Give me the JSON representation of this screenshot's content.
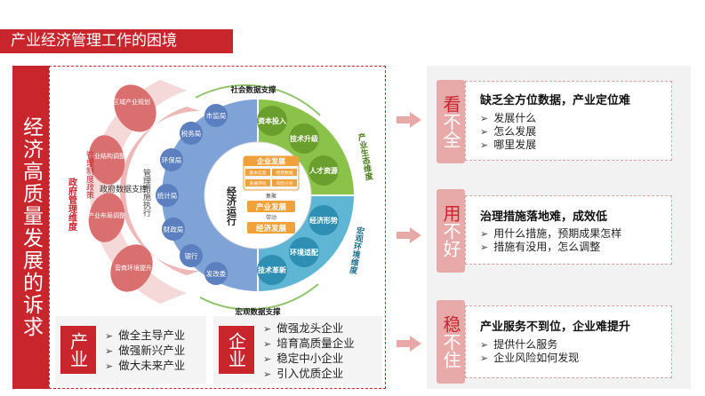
{
  "title": "产业经济管理工作的困境",
  "left_panel": "经济高质量发展的诉求",
  "diagram": {
    "top_label": "社会数据支撑",
    "bottom_label": "宏观数据支撑",
    "gov_support": "政府数据支撑",
    "gov_dimension": "政府管理维度",
    "gov_policy": "管理制度政策",
    "gov_exec": "管理措施执行",
    "industry_dimension": "产业生态维度",
    "macro_dimension": "宏观环境维度",
    "left_petals": [
      "区域产业规划",
      "产业结构调整",
      "产业布局调整",
      "营商环境提升"
    ],
    "blue_petals": [
      "市监局",
      "税务局",
      "环保局",
      "统计局",
      "财政局",
      "银行",
      "发改委"
    ],
    "green_nodes": [
      "资本投入",
      "技术升级",
      "人才资源"
    ],
    "teal_nodes": [
      "经济形势",
      "环境适配",
      "技术革新"
    ],
    "center": "经济运行",
    "enterprise": "企业发展",
    "enterprise_items": [
      "基本信息",
      "经营数据",
      "发展评估",
      "风险分析"
    ],
    "industry": "产业发展",
    "economy": "经济发展",
    "link1": "集聚",
    "link2": "带动"
  },
  "industry_box": {
    "label": "产业",
    "items": [
      "做全主导产业",
      "做强新兴产业",
      "做大未来产业"
    ]
  },
  "enterprise_box": {
    "label": "企业",
    "items": [
      "做强龙头企业",
      "培育高质量企业",
      "稳定中小企业",
      "引入优质企业"
    ]
  },
  "cards": [
    {
      "tag": [
        "看",
        "不",
        "全"
      ],
      "title": "缺乏全方位数据，产业定位难",
      "items": [
        "发展什么",
        "怎么发展",
        "哪里发展"
      ]
    },
    {
      "tag": [
        "用",
        "不",
        "好"
      ],
      "title": "治理措施落地难，成效低",
      "items": [
        "用什么措施，预期成果怎样",
        "措施有没用，怎么调整"
      ]
    },
    {
      "tag": [
        "稳",
        "不",
        "住"
      ],
      "title": "产业服务不到位，企业难提升",
      "items": [
        "提供什么服务",
        "企业风险如何发现"
      ]
    }
  ],
  "colors": {
    "accent": "#c9252d",
    "blue": "#6e92c9",
    "green": "#7cb342",
    "teal": "#39a6c8",
    "orange": "#f0a13c"
  }
}
